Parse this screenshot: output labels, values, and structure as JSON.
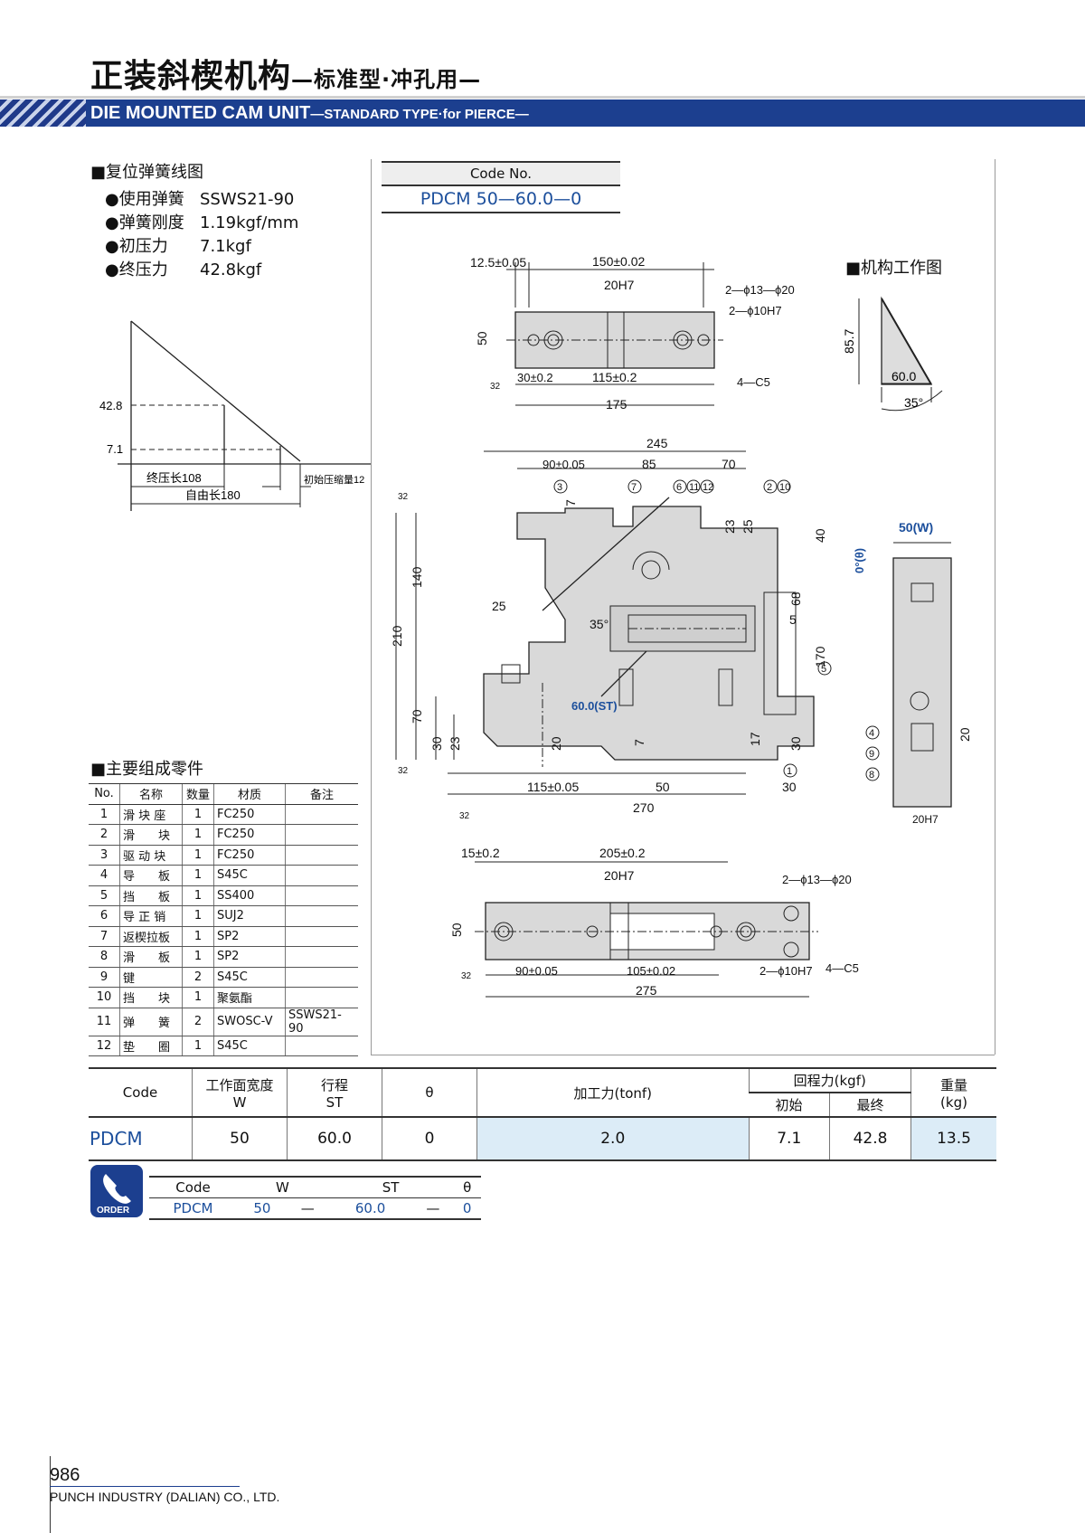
{
  "header": {
    "title_cn": "正装斜楔机构",
    "title_cn_sub": "—标准型·冲孔用—",
    "title_en": "DIE MOUNTED CAM UNIT",
    "title_en_sub": "—STANDARD TYPE·for PIERCE—"
  },
  "spring": {
    "section": "■复位弹簧线图",
    "items": [
      {
        "label": "●使用弹簧",
        "value": "SSWS21-90"
      },
      {
        "label": "●弹簧刚度",
        "value": "1.19kgf/mm"
      },
      {
        "label": "●初压力",
        "value": "7.1kgf"
      },
      {
        "label": "●终压力",
        "value": "42.8kgf"
      }
    ],
    "graph": {
      "y1": "42.8",
      "y2": "7.1",
      "final_len": "终压长108",
      "free_len": "自由长180",
      "init_comp": "初始压缩量12"
    }
  },
  "code_box": {
    "header": "Code No.",
    "value": "PDCM 50—60.0—0"
  },
  "mech_section": "■机构工作图",
  "parts": {
    "section": "■主要组成零件",
    "headers": [
      "No.",
      "名称",
      "数量",
      "材质",
      "备注"
    ],
    "rows": [
      [
        "1",
        "滑 块 座",
        "1",
        "FC250",
        ""
      ],
      [
        "2",
        "滑　　块",
        "1",
        "FC250",
        ""
      ],
      [
        "3",
        "驱 动 块",
        "1",
        "FC250",
        ""
      ],
      [
        "4",
        "导　　板",
        "1",
        "S45C",
        ""
      ],
      [
        "5",
        "挡　　板",
        "1",
        "SS400",
        ""
      ],
      [
        "6",
        "导 正 销",
        "1",
        "SUJ2",
        ""
      ],
      [
        "7",
        "返楔拉板",
        "1",
        "SP2",
        ""
      ],
      [
        "8",
        "滑　　板",
        "1",
        "SP2",
        ""
      ],
      [
        "9",
        "键",
        "2",
        "S45C",
        ""
      ],
      [
        "10",
        "挡　　块",
        "1",
        "聚氨酯",
        ""
      ],
      [
        "11",
        "弹　　簧",
        "2",
        "SWOSC-V",
        "SSWS21-90"
      ],
      [
        "12",
        "垫　　圈",
        "1",
        "S45C",
        ""
      ]
    ]
  },
  "spec": {
    "headers": {
      "code": "Code",
      "w": "工作面宽度",
      "w_sub": "W",
      "st": "行程",
      "st_sub": "ST",
      "theta": "θ",
      "force": "加工力(tonf)",
      "ret": "回程力(kgf)",
      "ret_init": "初始",
      "ret_final": "最终",
      "weight": "重量",
      "weight_sub": "(kg)"
    },
    "row": {
      "code": "PDCM",
      "w": "50",
      "st": "60.0",
      "theta": "0",
      "force": "2.0",
      "ret_init": "7.1",
      "ret_final": "42.8",
      "weight": "13.5"
    }
  },
  "order": {
    "badge": "ORDER",
    "headers": [
      "Code",
      "W",
      "ST",
      "θ"
    ],
    "values": [
      "PDCM",
      "50",
      "—",
      "60.0",
      "—",
      "0"
    ]
  },
  "dims": {
    "top": {
      "a": "12.5±0.05",
      "b": "150±0.02",
      "c": "20H7",
      "d": "2—ϕ13—ϕ20",
      "e": "2—ϕ10H7",
      "h": "50",
      "f": "30±0.2",
      "g": "115±0.2",
      "t": "175",
      "ch": "4—C5",
      "r": "32"
    },
    "main": {
      "w245": "245",
      "a": "90±0.05",
      "b": "85",
      "c": "70",
      "h210": "210",
      "h140": "140",
      "h70": "70",
      "h30": "30",
      "h23": "23",
      "d25": "25",
      "ang": "35°",
      "st": "60.0(ST)",
      "d115": "115±0.05",
      "d50": "50",
      "d270": "270",
      "d30": "30",
      "d20": "20",
      "d7": "7",
      "d17": "17",
      "d68": "68",
      "d170": "170",
      "d40": "40",
      "d5": "5",
      "d23b": "23",
      "d25b": "25",
      "theta": "0°(θ)",
      "r": "32"
    },
    "side": {
      "w": "50(W)",
      "d20": "20",
      "h7": "20H7"
    },
    "bottom": {
      "a": "15±0.2",
      "b": "205±0.2",
      "c": "20H7",
      "d": "2—ϕ13—ϕ20",
      "h": "50",
      "f": "90±0.05",
      "g": "105±0.02",
      "e": "2—ϕ10H7",
      "ch": "4—C5",
      "t": "275",
      "r": "32"
    },
    "mech": {
      "h": "85.7",
      "w": "60.0",
      "ang": "35°"
    }
  },
  "footer": {
    "page": "986",
    "company": "PUNCH INDUSTRY (DALIAN) CO., LTD."
  }
}
